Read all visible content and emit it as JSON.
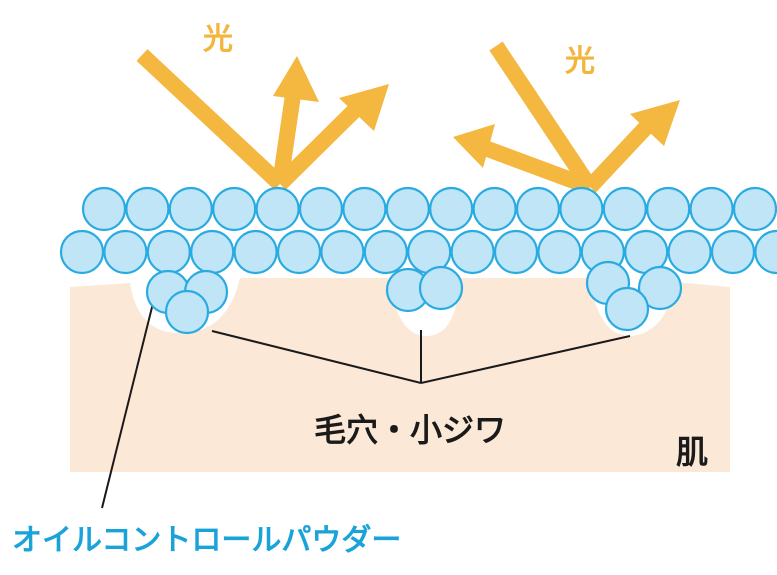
{
  "labels": {
    "light_left": "光",
    "light_right": "光",
    "pores_wrinkles": "毛穴・小ジワ",
    "skin": "肌",
    "oil_control_powder": "オイルコントロールパウダー"
  },
  "colors": {
    "skin_fill": "#fbe8d7",
    "particle_fill": "#bfe5f6",
    "particle_stroke": "#29abe2",
    "light_arrow": "#f4b73f",
    "powder_text": "#1aa3d9",
    "leader_line": "#1a1a1a"
  },
  "icons": {
    "particle": "powder-particle-circle",
    "light_ray": "light-ray-arrow"
  }
}
